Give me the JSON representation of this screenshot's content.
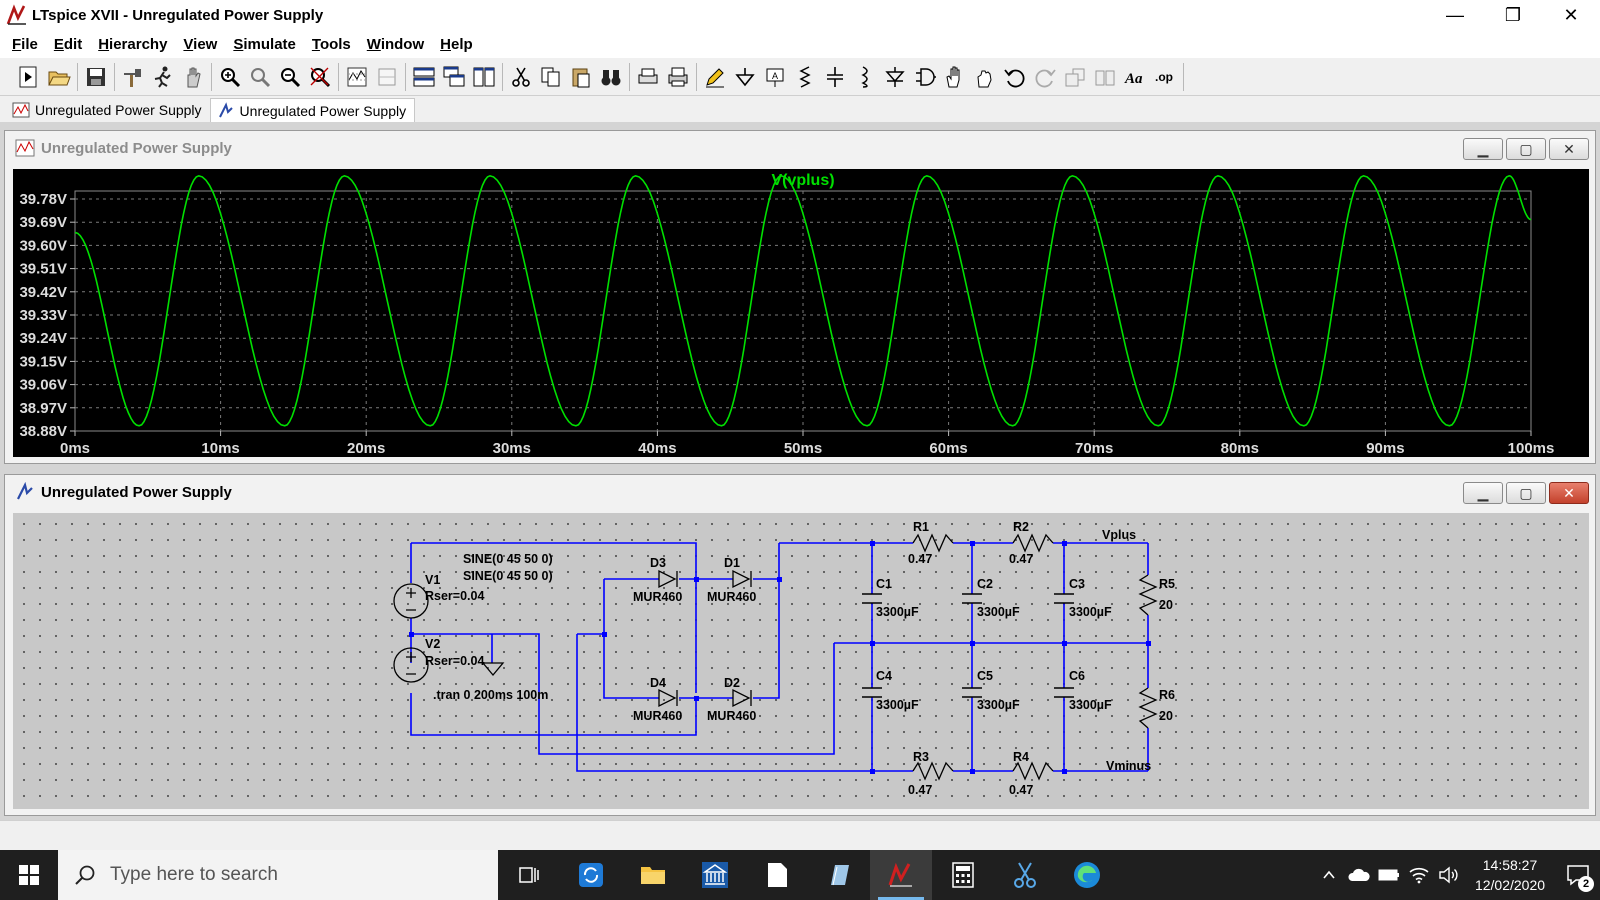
{
  "window": {
    "title": "LTspice XVII - Unregulated Power Supply",
    "minimize": "—",
    "maximize": "❐",
    "close": "✕"
  },
  "menu": [
    "File",
    "Edit",
    "Hierarchy",
    "View",
    "Simulate",
    "Tools",
    "Window",
    "Help"
  ],
  "tabs": [
    {
      "label": "Unregulated Power Supply",
      "kind": "waveform"
    },
    {
      "label": "Unregulated Power Supply",
      "kind": "schematic"
    }
  ],
  "waveform_window": {
    "title": "Unregulated Power Supply"
  },
  "schematic_window": {
    "title": "Unregulated Power Supply"
  },
  "chart_data": {
    "type": "line",
    "title": "V(vplus)",
    "x_ticks": [
      "0ms",
      "10ms",
      "20ms",
      "30ms",
      "40ms",
      "50ms",
      "60ms",
      "70ms",
      "80ms",
      "90ms",
      "100ms"
    ],
    "y_ticks": [
      "39.78V",
      "39.69V",
      "39.60V",
      "39.51V",
      "39.42V",
      "39.33V",
      "39.24V",
      "39.15V",
      "39.06V",
      "38.97V",
      "38.88V"
    ],
    "xlim": [
      0,
      100
    ],
    "ylim": [
      38.88,
      39.78
    ],
    "x_unit": "ms",
    "y_unit": "V",
    "grid": true,
    "series_color": "#00e000",
    "period_ms": 10,
    "series": [
      {
        "name": "V(vplus)",
        "points_ms_v": [
          [
            0,
            39.65
          ],
          [
            4.4,
            38.9
          ],
          [
            8.5,
            39.87
          ],
          [
            14.4,
            38.9
          ],
          [
            18.5,
            39.87
          ],
          [
            24.4,
            38.9
          ],
          [
            28.5,
            39.87
          ],
          [
            34.4,
            38.9
          ],
          [
            38.5,
            39.87
          ],
          [
            44.4,
            38.9
          ],
          [
            48.5,
            39.87
          ],
          [
            54.4,
            38.9
          ],
          [
            58.5,
            39.87
          ],
          [
            64.4,
            38.9
          ],
          [
            68.5,
            39.87
          ],
          [
            74.4,
            38.9
          ],
          [
            78.5,
            39.87
          ],
          [
            84.4,
            38.9
          ],
          [
            88.5,
            39.87
          ],
          [
            94.4,
            38.9
          ],
          [
            98.5,
            39.87
          ],
          [
            100,
            39.7
          ]
        ]
      }
    ]
  },
  "schematic": {
    "sources": [
      {
        "ref": "V1",
        "param": "Rser=0.04",
        "spec": "SINE(0 45 50 0)"
      },
      {
        "ref": "V2",
        "param": "Rser=0.04",
        "spec": "SINE(0 45 50 0)"
      }
    ],
    "directive": ".tran 0 200ms 100m",
    "diodes": [
      {
        "ref": "D3",
        "model": "MUR460"
      },
      {
        "ref": "D1",
        "model": "MUR460"
      },
      {
        "ref": "D4",
        "model": "MUR460"
      },
      {
        "ref": "D2",
        "model": "MUR460"
      }
    ],
    "resistors": [
      {
        "ref": "R1",
        "value": "0.47"
      },
      {
        "ref": "R2",
        "value": "0.47"
      },
      {
        "ref": "R3",
        "value": "0.47"
      },
      {
        "ref": "R4",
        "value": "0.47"
      },
      {
        "ref": "R5",
        "value": "20"
      },
      {
        "ref": "R6",
        "value": "20"
      }
    ],
    "capacitors": [
      {
        "ref": "C1",
        "value": "3300µF"
      },
      {
        "ref": "C2",
        "value": "3300µF"
      },
      {
        "ref": "C3",
        "value": "3300µF"
      },
      {
        "ref": "C4",
        "value": "3300µF"
      },
      {
        "ref": "C5",
        "value": "3300µF"
      },
      {
        "ref": "C6",
        "value": "3300µF"
      }
    ],
    "net_labels": {
      "plus": "Vplus",
      "minus": "Vminus"
    }
  },
  "taskbar": {
    "search_placeholder": "Type here to search",
    "time": "14:58:27",
    "date": "12/02/2020",
    "notification_count": "2"
  },
  "colors": {
    "trace": "#00e000",
    "plot_bg": "#000000",
    "wire": "#0000ff",
    "schem_bg": "#c8c8c8"
  }
}
